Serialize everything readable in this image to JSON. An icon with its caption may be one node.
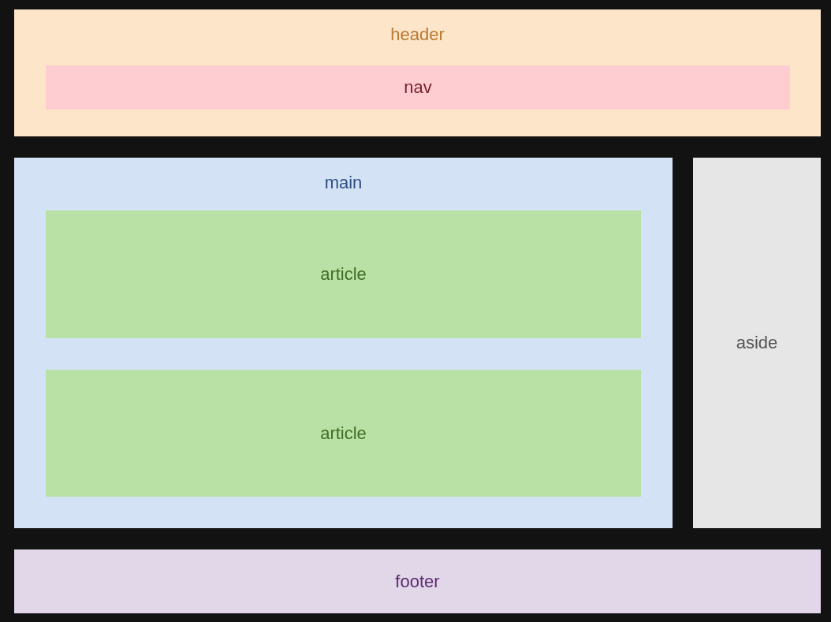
{
  "diagram": {
    "nodes": [
      {
        "text": [
          "header"
        ]
      },
      {
        "text": [
          "nav"
        ],
        "in": 0
      },
      {
        "text": [
          "main"
        ]
      },
      {
        "text": [
          "article"
        ],
        "in": 2
      },
      {
        "text": [
          "article"
        ],
        "in": 2
      },
      {
        "text": [
          "aside"
        ]
      },
      {
        "text": [
          "footer"
        ]
      }
    ]
  }
}
